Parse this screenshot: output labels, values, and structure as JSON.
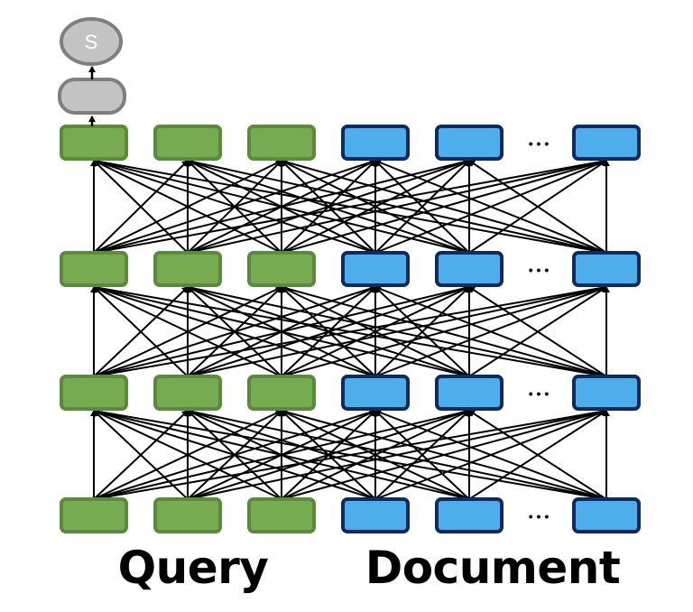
{
  "score_label": "S",
  "query_label": "Query",
  "document_label": "Document",
  "ellipsis": "• • •",
  "layers": 4,
  "query_tokens": 3,
  "document_tokens_shown": 3,
  "colors": {
    "query_fill": "#77AB52",
    "query_stroke": "#5A8A3C",
    "doc_fill": "#4EADEB",
    "doc_stroke": "#0E2A5E",
    "score_fill": "#C3C3C3",
    "score_stroke": "#7F7F7F",
    "edge": "#000000"
  }
}
